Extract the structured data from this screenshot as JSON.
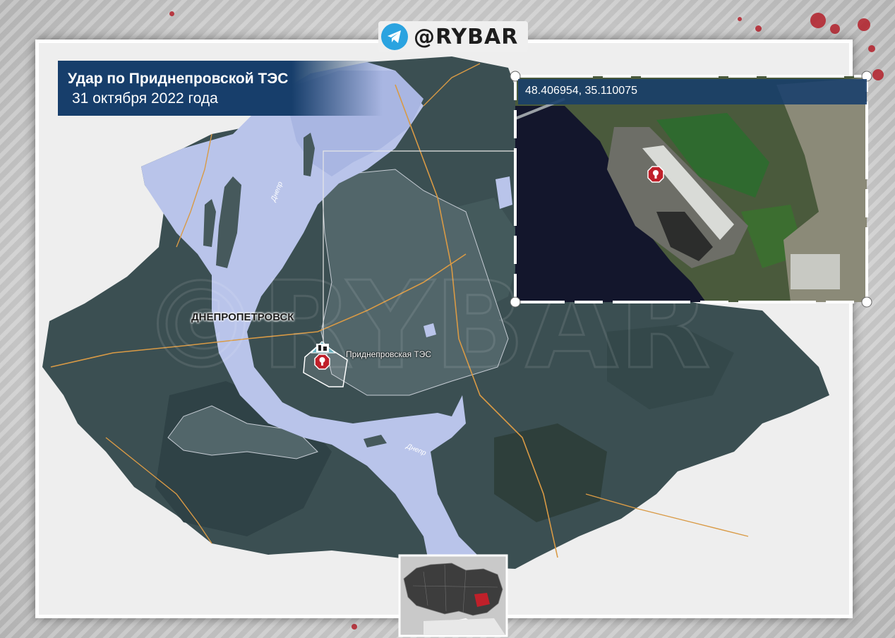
{
  "brand": {
    "name": "@RYBAR",
    "icon": "telegram-icon",
    "accent": "#2aa3e0"
  },
  "title": {
    "line1": "Удар по Приднепровской ТЭС",
    "line2": "31 октября 2022 года",
    "background": "#173e6b"
  },
  "inset": {
    "coordinates": "48.406954, 35.110075",
    "marker_icon": "explosion-icon"
  },
  "map": {
    "city_label": "ДНЕПРОПЕТРОВСК",
    "target_label": "Приднепровская ТЭС",
    "target_icons": [
      "power-plant-icon",
      "explosion-icon"
    ],
    "river_labels": [
      "Днепр",
      "Днепр"
    ],
    "river_color": "#b9c4ea",
    "marker_color": "#c0202a",
    "road_color": "#d99a45"
  },
  "locator": {
    "icon": "ukraine-locator-map",
    "highlight_color": "#c0202a"
  }
}
